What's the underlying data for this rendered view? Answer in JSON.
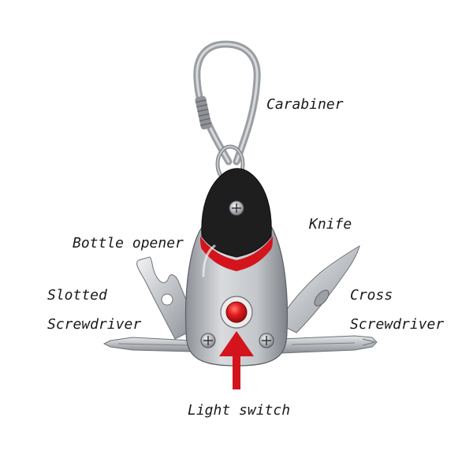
{
  "labels": {
    "carabiner": "Carabiner",
    "knife": "Knife",
    "bottle_opener": "Bottle opener",
    "slotted_line1": "Slotted",
    "slotted_line2": "Screwdriver",
    "cross_line1": "Cross",
    "cross_line2": "Screwdriver",
    "light_switch": "Light switch"
  },
  "colors": {
    "accent_red": "#d4141c",
    "body_silver": "#b9bcc0",
    "cap_black": "#1e1e1e",
    "metal": "#c8cbcf"
  }
}
